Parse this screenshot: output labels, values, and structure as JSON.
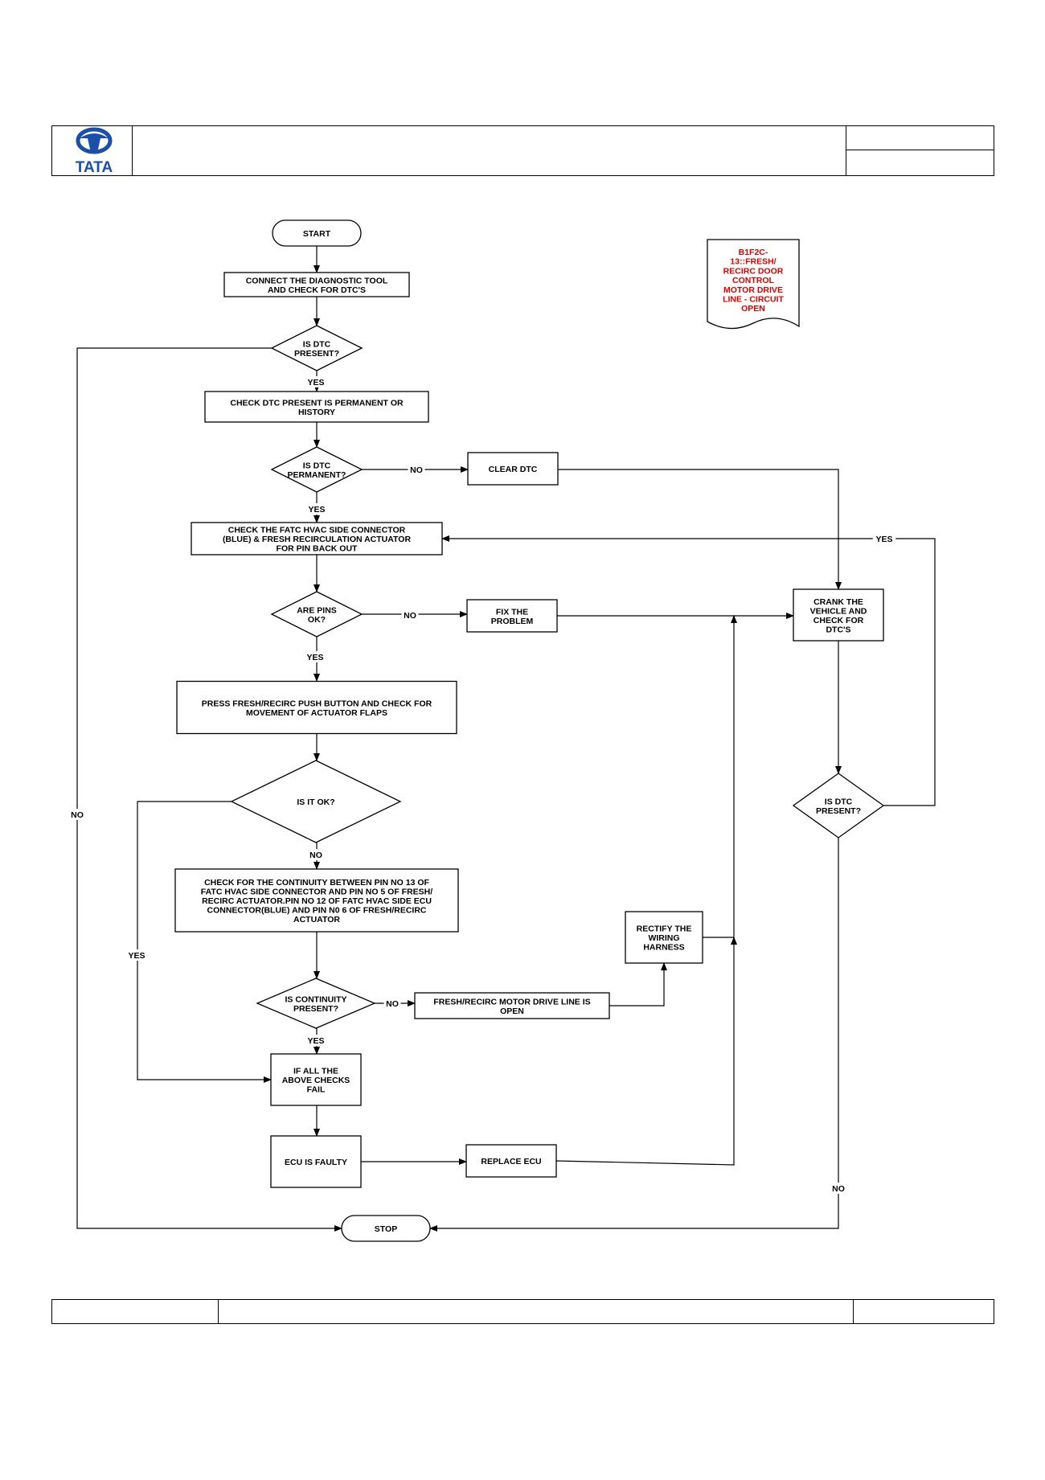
{
  "header": {
    "logo_text": "TATA"
  },
  "note": [
    "B1F2C-",
    "13::FRESH/",
    "RECIRC DOOR",
    "CONTROL",
    "MOTOR DRIVE",
    "LINE - CIRCUIT",
    "OPEN"
  ],
  "nodes": [
    {
      "id": "start",
      "shape": "terminal",
      "lines": [
        "START"
      ]
    },
    {
      "id": "connect",
      "shape": "process",
      "lines": [
        "CONNECT THE DIAGNOSTIC TOOL",
        "AND CHECK FOR  DTC'S"
      ]
    },
    {
      "id": "dtc1",
      "shape": "decision",
      "lines": [
        "IS  DTC",
        "PRESENT?"
      ]
    },
    {
      "id": "perm_check",
      "shape": "process",
      "lines": [
        "CHECK DTC  PRESENT IS PERMANENT OR",
        "HISTORY"
      ]
    },
    {
      "id": "dtc_perm",
      "shape": "decision",
      "lines": [
        "IS  DTC",
        "PERMANENT?"
      ]
    },
    {
      "id": "clear",
      "shape": "process",
      "lines": [
        "CLEAR DTC"
      ]
    },
    {
      "id": "fatc",
      "shape": "process",
      "lines": [
        "CHECK THE FATC HVAC SIDE CONNECTOR",
        "(BLUE) & FRESH RECIRCULATION ACTUATOR",
        "FOR PIN BACK OUT"
      ]
    },
    {
      "id": "pins",
      "shape": "decision",
      "lines": [
        "ARE PINS",
        "OK?"
      ]
    },
    {
      "id": "fix",
      "shape": "process",
      "lines": [
        "FIX THE",
        "PROBLEM"
      ]
    },
    {
      "id": "crank",
      "shape": "process",
      "lines": [
        "CRANK THE",
        "VEHICLE AND",
        "CHECK FOR",
        "DTC'S"
      ]
    },
    {
      "id": "press",
      "shape": "process",
      "lines": [
        "PRESS FRESH/RECIRC PUSH BUTTON AND CHECK FOR",
        "MOVEMENT OF ACTUATOR FLAPS"
      ]
    },
    {
      "id": "isok",
      "shape": "decision",
      "lines": [
        "IS IT OK?"
      ]
    },
    {
      "id": "dtc2",
      "shape": "decision",
      "lines": [
        "IS  DTC",
        "PRESENT?"
      ]
    },
    {
      "id": "cont_check",
      "shape": "process",
      "lines": [
        "CHECK FOR THE CONTINUITY BETWEEN PIN NO 13 OF",
        "FATC HVAC SIDE CONNECTOR AND PIN NO 5 OF FRESH/",
        "RECIRC ACTUATOR.PIN NO 12 OF FATC HVAC SIDE ECU",
        "CONNECTOR(BLUE) AND   PIN N0 6 OF FRESH/RECIRC",
        "ACTUATOR"
      ]
    },
    {
      "id": "rectify",
      "shape": "process",
      "lines": [
        "RECTIFY THE",
        "WIRING",
        "HARNESS"
      ]
    },
    {
      "id": "cont_dec",
      "shape": "decision",
      "lines": [
        "IS CONTINUITY",
        "PRESENT?"
      ]
    },
    {
      "id": "open",
      "shape": "process",
      "lines": [
        "FRESH/RECIRC MOTOR DRIVE LINE IS",
        "OPEN"
      ]
    },
    {
      "id": "fail",
      "shape": "process",
      "lines": [
        "IF ALL THE",
        "ABOVE CHECKS",
        "FAIL"
      ]
    },
    {
      "id": "ecu_faulty",
      "shape": "process",
      "lines": [
        "ECU IS FAULTY"
      ]
    },
    {
      "id": "replace",
      "shape": "process",
      "lines": [
        "REPLACE ECU"
      ]
    },
    {
      "id": "stop",
      "shape": "terminal",
      "lines": [
        "STOP"
      ]
    }
  ],
  "edges": [
    {
      "from": "start",
      "to": "connect",
      "label": ""
    },
    {
      "from": "connect",
      "to": "dtc1",
      "label": ""
    },
    {
      "from": "dtc1",
      "to": "perm_check",
      "label": "YES"
    },
    {
      "from": "dtc1",
      "to": "stop",
      "label": "NO"
    },
    {
      "from": "perm_check",
      "to": "dtc_perm",
      "label": ""
    },
    {
      "from": "dtc_perm",
      "to": "clear",
      "label": "NO"
    },
    {
      "from": "dtc_perm",
      "to": "fatc",
      "label": "YES"
    },
    {
      "from": "clear",
      "to": "crank",
      "label": ""
    },
    {
      "from": "fatc",
      "to": "pins",
      "label": ""
    },
    {
      "from": "pins",
      "to": "fix",
      "label": "NO"
    },
    {
      "from": "pins",
      "to": "press",
      "label": "YES"
    },
    {
      "from": "fix",
      "to": "crank",
      "label": ""
    },
    {
      "from": "crank",
      "to": "dtc2",
      "label": ""
    },
    {
      "from": "dtc2",
      "to": "fatc",
      "label": "YES"
    },
    {
      "from": "dtc2",
      "to": "stop",
      "label": "NO"
    },
    {
      "from": "press",
      "to": "isok",
      "label": ""
    },
    {
      "from": "isok",
      "to": "cont_check",
      "label": "NO"
    },
    {
      "from": "isok",
      "to": "fail",
      "label": "YES"
    },
    {
      "from": "cont_check",
      "to": "cont_dec",
      "label": ""
    },
    {
      "from": "cont_dec",
      "to": "open",
      "label": "NO"
    },
    {
      "from": "cont_dec",
      "to": "fail",
      "label": "YES"
    },
    {
      "from": "open",
      "to": "rectify",
      "label": ""
    },
    {
      "from": "rectify",
      "to": "crank",
      "label": ""
    },
    {
      "from": "fail",
      "to": "ecu_faulty",
      "label": ""
    },
    {
      "from": "ecu_faulty",
      "to": "replace",
      "label": ""
    },
    {
      "from": "replace",
      "to": "crank",
      "label": ""
    }
  ]
}
